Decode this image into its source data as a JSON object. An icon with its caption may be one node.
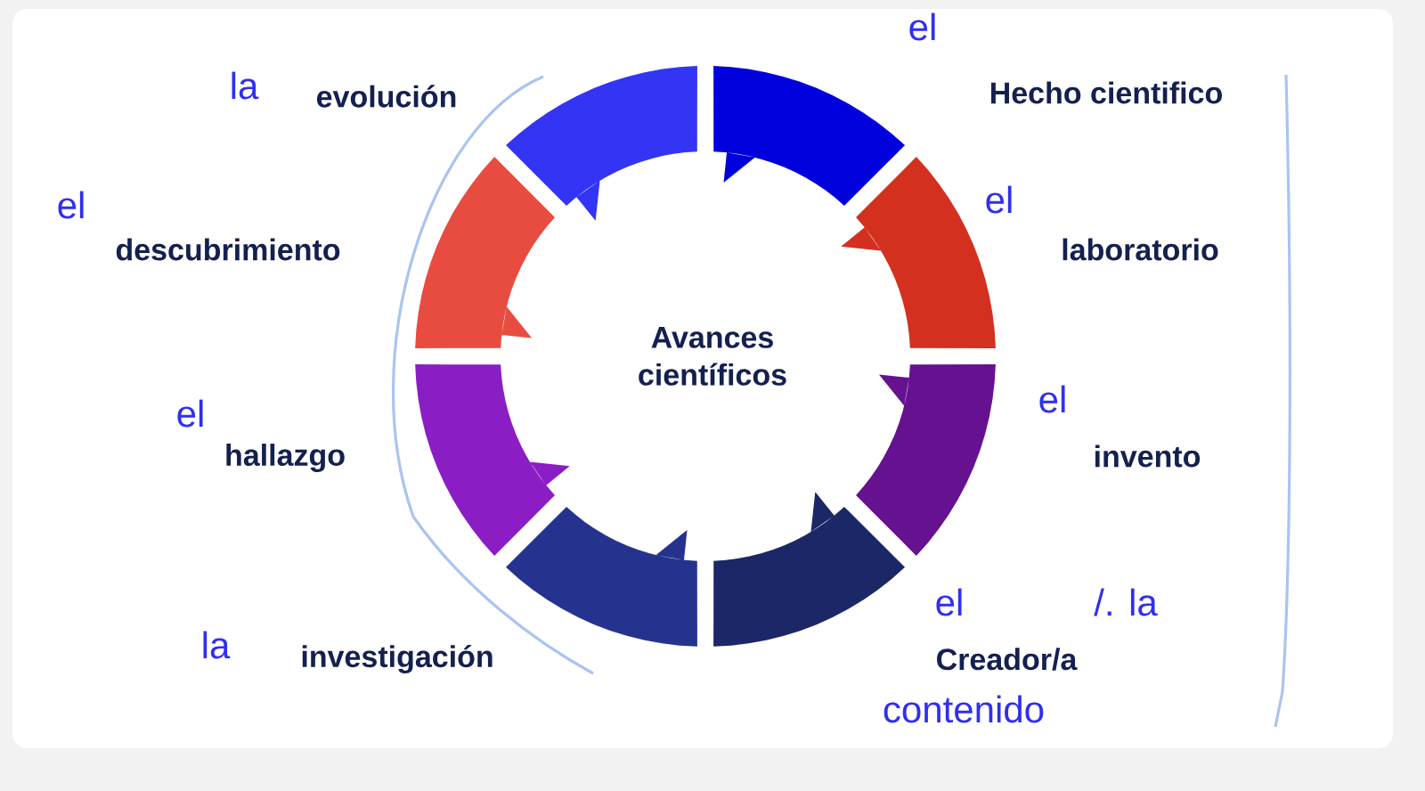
{
  "diagram": {
    "nodes": [
      {
        "text": [],
        "shape": "arc",
        "beside": [
          "Hecho cientifico"
        ]
      },
      {
        "text": [],
        "shape": "arc",
        "beside": [
          "laboratorio"
        ]
      },
      {
        "text": [],
        "shape": "arc",
        "beside": [
          "invento"
        ]
      },
      {
        "text": [],
        "shape": "arc",
        "beside": [
          "Creador/a"
        ]
      },
      {
        "text": [],
        "shape": "arc",
        "beside": [
          "investigación"
        ]
      },
      {
        "text": [],
        "shape": "arc",
        "beside": [
          "hallazgo"
        ]
      },
      {
        "text": [],
        "shape": "arc",
        "beside": [
          "descubrimiento"
        ]
      },
      {
        "text": [],
        "shape": "arc",
        "beside": [
          "evolución"
        ]
      }
    ],
    "labels": [
      "el",
      "la",
      "el",
      "el",
      "Avances científicos",
      "el",
      "el",
      "el",
      "/. la",
      "la",
      "contenido"
    ]
  }
}
